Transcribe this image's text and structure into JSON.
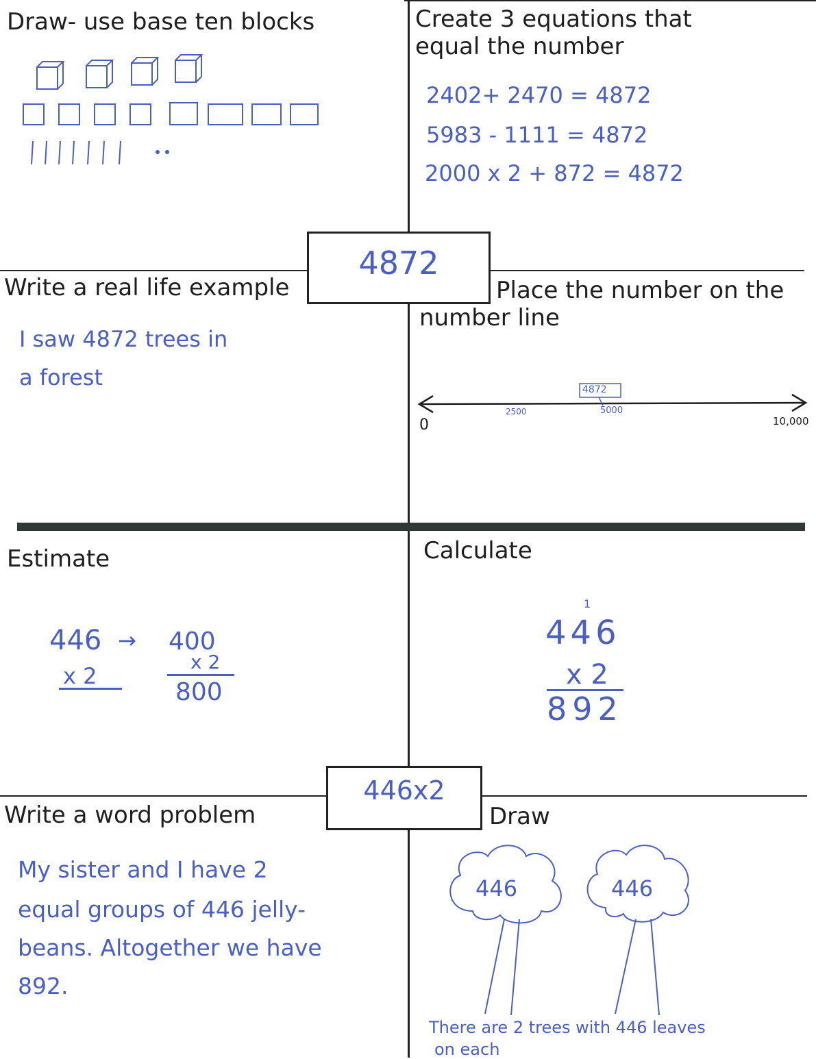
{
  "top": {
    "center_number": "4872",
    "base_ten": {
      "label": "Draw- use base ten blocks"
    },
    "equations": {
      "label_line1": "Create 3 equations that",
      "label_line2": "equal the number",
      "items": [
        "2402+ 2470 = 4872",
        "5983 - 1111 = 4872",
        "2000 x 2 + 872 = 4872"
      ]
    },
    "real_life": {
      "label": "Write a real life example",
      "line1": "I saw 4872 trees in",
      "line2": "a forest"
    },
    "number_line": {
      "label_line1": "Place the number on the",
      "label_line2": "number line",
      "start": "0",
      "quarter": "2500",
      "middle": "5000",
      "end": "10,000",
      "marker": "4872"
    }
  },
  "bottom": {
    "center_expression": "446x2",
    "estimate": {
      "label": "Estimate",
      "original": "446",
      "multiplier": "x 2",
      "rounded": "400",
      "rounded_multiplier": "x 2",
      "result": "800"
    },
    "calculate": {
      "label": "Calculate",
      "carry": "1",
      "top": "446",
      "multiplier": "x 2",
      "result": "892"
    },
    "word_problem": {
      "label": "Write a word problem",
      "lines": [
        "My sister and I have 2",
        "equal groups of 446 jelly-",
        "beans. Altogether we have",
        "892."
      ]
    },
    "draw": {
      "label": "Draw",
      "tree1": "446",
      "tree2": "446",
      "caption_line1": "There are 2 trees with 446 leaves",
      "caption_line2": "on each"
    }
  }
}
